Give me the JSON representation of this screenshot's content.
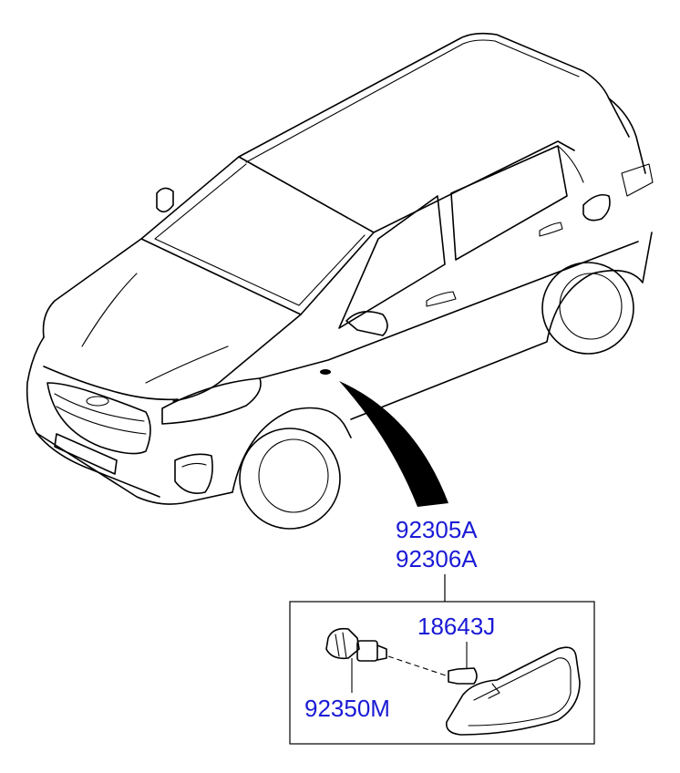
{
  "colors": {
    "label": "#1a1ad6",
    "line": "#000000",
    "background": "#ffffff"
  },
  "labels": {
    "assembly_left": "92305A",
    "assembly_right": "92306A",
    "bulb": "18643J",
    "socket": "92350M"
  }
}
